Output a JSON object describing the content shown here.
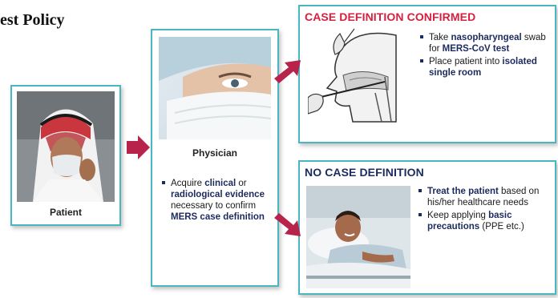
{
  "heading": "est Policy",
  "patient": {
    "label": "Patient",
    "image_icon": "patient-photo"
  },
  "physician": {
    "label": "Physician",
    "image_icon": "physician-photo",
    "bullet": [
      {
        "t": "Acquire ",
        "b": false
      },
      {
        "t": "clinical",
        "b": true
      },
      {
        "t": " or ",
        "b": false
      },
      {
        "t": "radiological evidence",
        "b": true
      },
      {
        "t": " necessary to confirm ",
        "b": false
      },
      {
        "t": "MERS case definition",
        "b": true
      }
    ]
  },
  "confirmed": {
    "title": "CASE DEFINITION CONFIRMED",
    "image_icon": "nasopharyngeal-swab-illustration",
    "bullets": [
      [
        {
          "t": "Take ",
          "b": false
        },
        {
          "t": "nasopharyngeal",
          "b": true
        },
        {
          "t": " swab for ",
          "b": false
        },
        {
          "t": "MERS-CoV test",
          "b": true
        }
      ],
      [
        {
          "t": "Place patient into ",
          "b": false
        },
        {
          "t": "isolated single room",
          "b": true
        }
      ]
    ]
  },
  "nocase": {
    "title": "NO CASE DEFINITION",
    "image_icon": "hospital-bed-photo",
    "bullets": [
      [
        {
          "t": "Treat the patient",
          "b": true
        },
        {
          "t": " based on his/her healthcare needs",
          "b": false
        }
      ],
      [
        {
          "t": "Keep applying ",
          "b": false
        },
        {
          "t": "basic precautions",
          "b": true
        },
        {
          "t": " (PPE etc.)",
          "b": false
        }
      ]
    ]
  },
  "colors": {
    "border": "#49b6c0",
    "arrow": "#b8234b",
    "confirmed_title": "#d6203d",
    "nocase_title": "#1c2a5e"
  }
}
